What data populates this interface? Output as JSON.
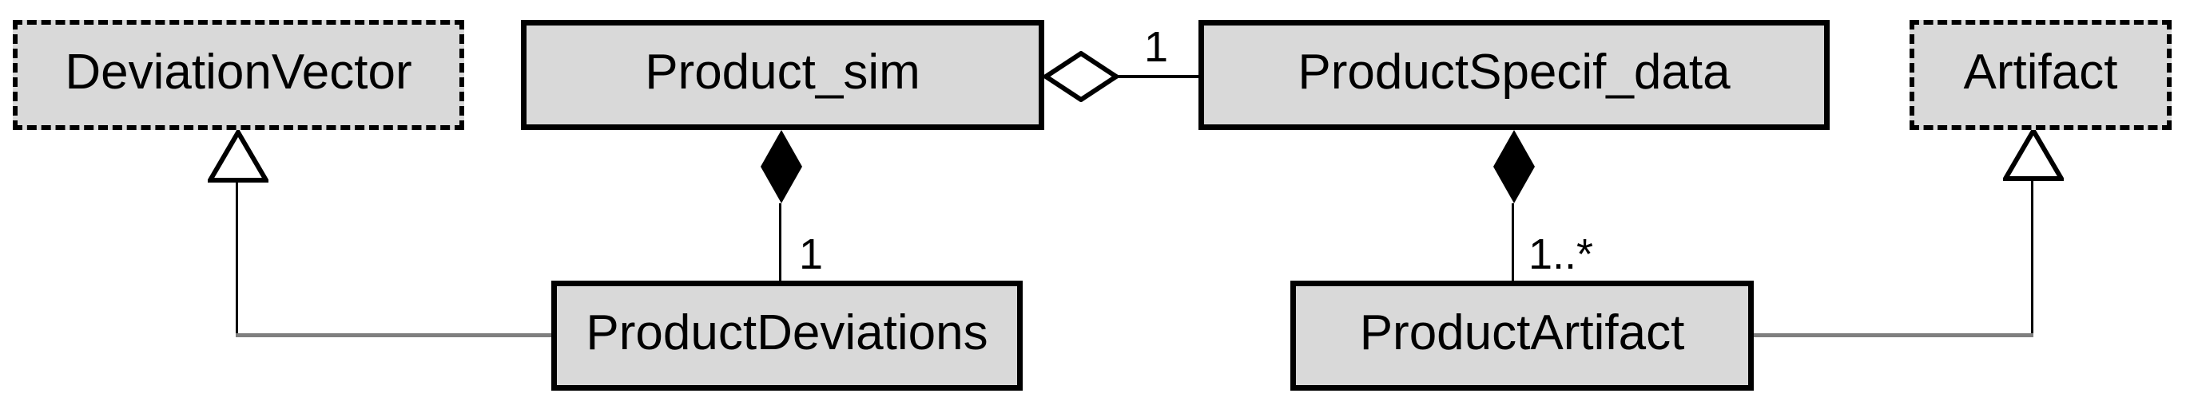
{
  "diagram": {
    "kind": "uml-class-diagram",
    "background": "#ffffff",
    "colors": {
      "node_fill": "#d9d9d9",
      "node_border": "#000000",
      "connector_black": "#000000",
      "connector_gray": "#7f7f7f"
    },
    "nodes": [
      {
        "id": "deviation-vector",
        "label": "DeviationVector",
        "border_style": "dashed"
      },
      {
        "id": "product-sim",
        "label": "Product_sim",
        "border_style": "solid"
      },
      {
        "id": "product-specif-data",
        "label": "ProductSpecif_data",
        "border_style": "solid"
      },
      {
        "id": "artifact",
        "label": "Artifact",
        "border_style": "dashed"
      },
      {
        "id": "product-deviations",
        "label": "ProductDeviations",
        "border_style": "solid"
      },
      {
        "id": "product-artifact",
        "label": "ProductArtifact",
        "border_style": "solid"
      }
    ],
    "relationships": [
      {
        "type": "aggregation",
        "from": "Product_sim",
        "to": "ProductSpecif_data",
        "diamond": "open",
        "multiplicity": "1"
      },
      {
        "type": "composition",
        "from": "Product_sim",
        "to": "ProductDeviations",
        "diamond": "filled",
        "multiplicity": "1"
      },
      {
        "type": "composition",
        "from": "ProductSpecif_data",
        "to": "ProductArtifact",
        "diamond": "filled",
        "multiplicity": "1..*"
      },
      {
        "type": "generalization",
        "from": "ProductDeviations",
        "to": "DeviationVector"
      },
      {
        "type": "generalization",
        "from": "ProductArtifact",
        "to": "Artifact"
      }
    ]
  }
}
